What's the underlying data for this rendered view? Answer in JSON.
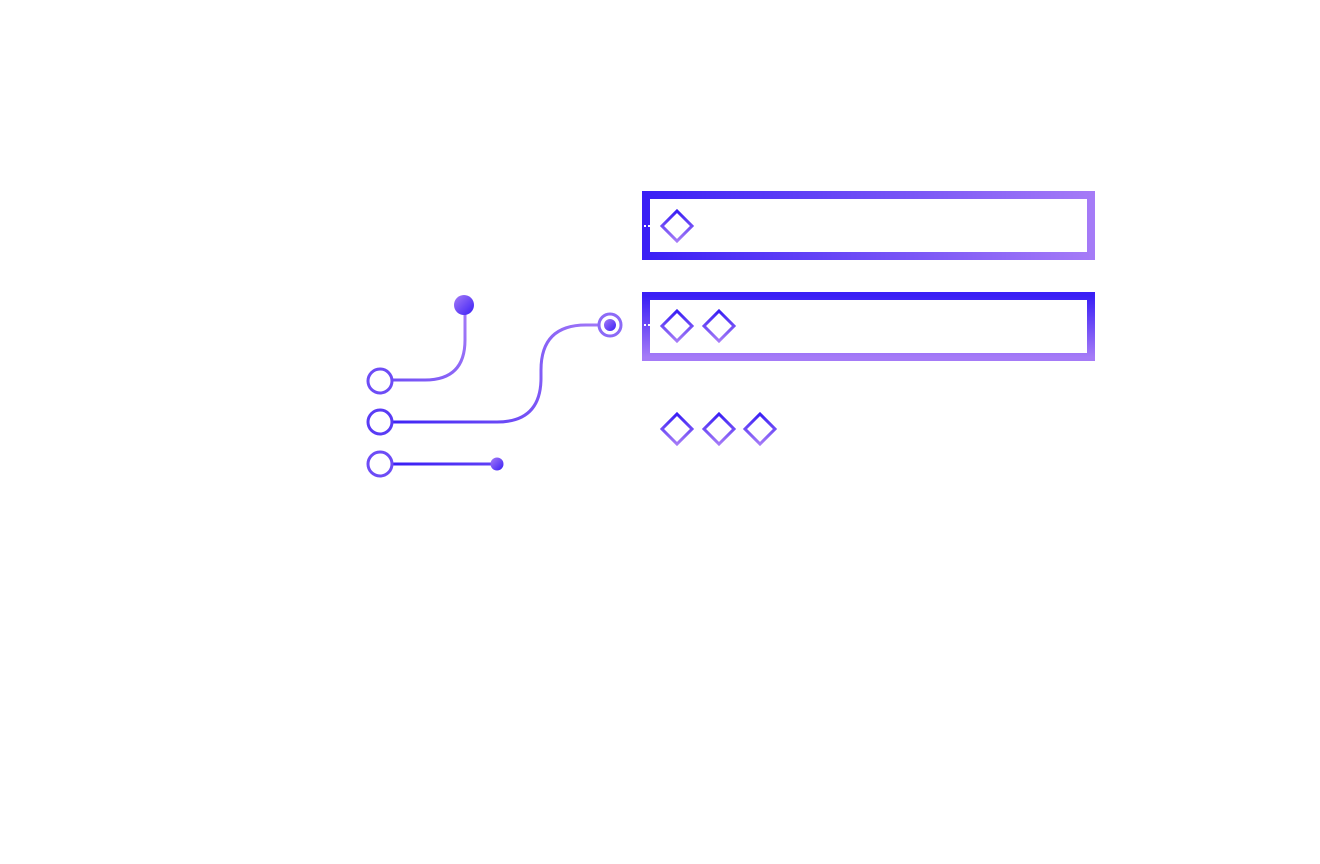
{
  "colors": {
    "primary": "#3a1ff5",
    "secondary": "#a57bf7",
    "mid": "#6d4cf6",
    "background": "#ffffff"
  },
  "icons": {
    "row_marker": "diamond-outline",
    "wire_start": "hollow-circle",
    "wire_end": "filled-dot",
    "port": "ring-with-dot"
  },
  "rows": [
    {
      "diamonds": 1,
      "boxed": true
    },
    {
      "diamonds": 2,
      "boxed": true
    },
    {
      "diamonds": 3,
      "boxed": false
    }
  ]
}
